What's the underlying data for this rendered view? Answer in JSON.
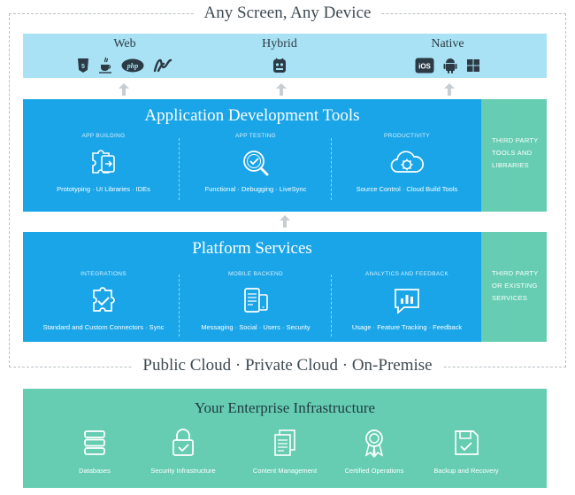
{
  "top_title": "Any Screen, Any Device",
  "devices": {
    "web": {
      "label": "Web",
      "icons": [
        "html5-icon",
        "java-icon",
        "php-icon",
        "dotnet-icon"
      ],
      "php_text": "php"
    },
    "hybrid": {
      "label": "Hybrid",
      "icons": [
        "hybrid-app-icon"
      ]
    },
    "native": {
      "label": "Native",
      "icons": [
        "ios-icon",
        "android-icon",
        "windows-icon"
      ],
      "ios_text": "iOS"
    }
  },
  "app_dev": {
    "title": "Application Development Tools",
    "columns": [
      {
        "head": "APP BUILDING",
        "foot": "Prototyping · UI Libraries · IDEs",
        "icon": "puzzle-tablet-icon"
      },
      {
        "head": "APP TESTING",
        "foot": "Functional · Debugging · LiveSync",
        "icon": "magnifier-check-icon"
      },
      {
        "head": "PRODUCTIVITY",
        "foot": "Source Control · Cloud Build Tools",
        "icon": "cloud-gear-icon"
      }
    ],
    "side": [
      "THIRD PARTY",
      "TOOLS AND",
      "LIBRARIES"
    ]
  },
  "platform": {
    "title": "Platform Services",
    "columns": [
      {
        "head": "INTEGRATIONS",
        "foot": "Standard and Custom Connectors · Sync",
        "icon": "puzzle-check-icon"
      },
      {
        "head": "MOBILE BACKEND",
        "foot": "Messaging · Social · Users · Security",
        "icon": "devices-icon"
      },
      {
        "head": "ANALYTICS AND FEEDBACK",
        "foot": "Usage · Feature Tracking · Feedback",
        "icon": "chart-bubble-icon"
      }
    ],
    "side": [
      "THIRD PARTY",
      "OR EXISTING",
      "SERVICES"
    ]
  },
  "mid_title": "Public Cloud · Private Cloud · On-Premise",
  "infra": {
    "title": "Your Enterprise Infrastructure",
    "items": [
      {
        "label": "Databases",
        "icon": "database-icon"
      },
      {
        "label": "Security Infrastructure",
        "icon": "lock-icon"
      },
      {
        "label": "Content Management",
        "icon": "documents-icon"
      },
      {
        "label": "Certified Operations",
        "icon": "certificate-icon"
      },
      {
        "label": "Backup and Recovery",
        "icon": "floppy-icon"
      }
    ]
  },
  "colors": {
    "device_band": "#a9e2f5",
    "blue_band": "#1aa5e8",
    "green": "#66cdb2"
  }
}
